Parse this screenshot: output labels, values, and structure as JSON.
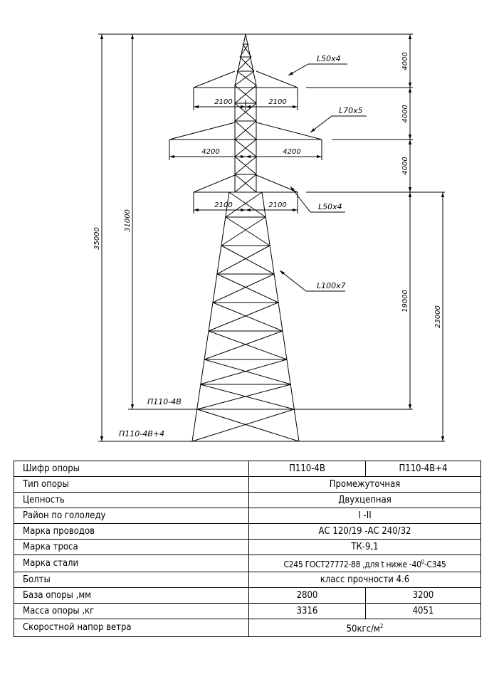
{
  "drawing": {
    "dimensions": {
      "total_height": "35000",
      "height_base": "31000",
      "seg_top": "4000",
      "seg_mid": "4000",
      "seg_low": "4000",
      "lower_h": "19000",
      "lower_h_ext": "23000",
      "arm_top_left": "2100",
      "arm_top_right": "2100",
      "arm_mid_left": "4200",
      "arm_mid_right": "4200",
      "arm_low_left": "2100",
      "arm_low_right": "2100"
    },
    "callouts": {
      "c1": "L50x4",
      "c2": "L70x5",
      "c3": "L50x4",
      "c4": "L100x7"
    },
    "levels": {
      "base": "П110-4В",
      "ext": "П110-4В+4"
    }
  },
  "table": {
    "r1": {
      "label": "Шифр опоры",
      "v1": "П110-4В",
      "v2": "П110-4В+4"
    },
    "r2": {
      "label": "Тип опоры",
      "v": "Промежуточная"
    },
    "r3": {
      "label": "Цепность",
      "v": "Двухцепная"
    },
    "r4": {
      "label": "Район по гололеду",
      "v": "I -II"
    },
    "r5": {
      "label": "Марка проводов",
      "v": "АС 120/19 -АС 240/32"
    },
    "r6": {
      "label": "Марка троса",
      "v": "ТК-9,1"
    },
    "r7": {
      "label": "Марка стали",
      "v_pre": "С245 ГОСТ27772-88 ,для t ниже -40",
      "v_sup": "0",
      "v_post": "-С345"
    },
    "r8": {
      "label": "Болты",
      "v": "класс прочности 4.6"
    },
    "r9": {
      "label": "База опоры ,мм",
      "v1": "2800",
      "v2": "3200"
    },
    "r10": {
      "label": "Масса опоры ,кг",
      "v1": "3316",
      "v2": "4051"
    },
    "r11": {
      "label": "Скоростной напор ветра",
      "v_pre": "50кгс/м",
      "v_sup": "2"
    }
  }
}
